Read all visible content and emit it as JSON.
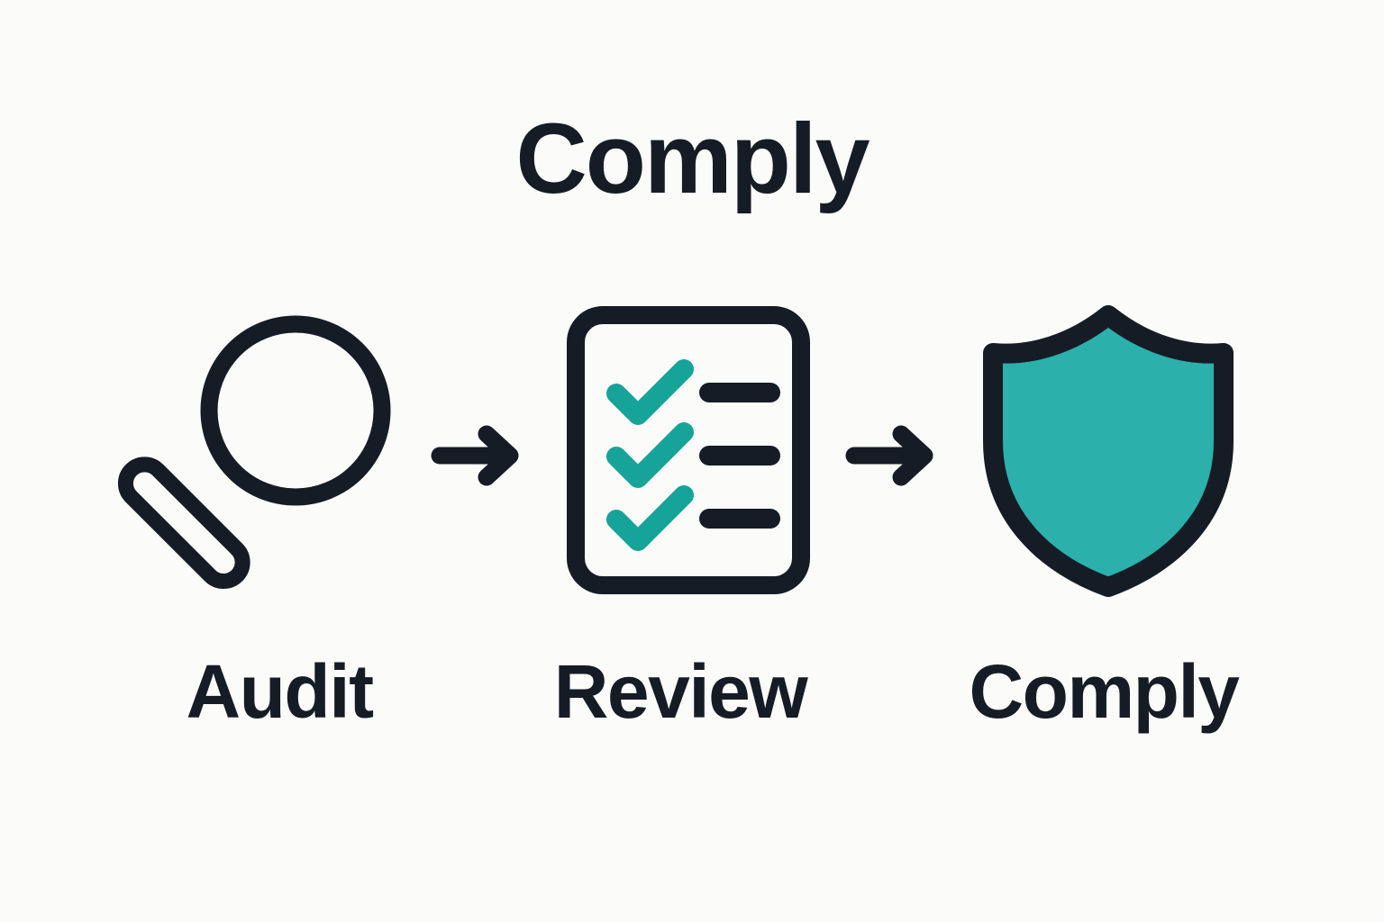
{
  "page": {
    "title": "Comply",
    "background_color": "#fbfbf9"
  },
  "colors": {
    "ink": "#161c26",
    "teal_check": "#16a39a",
    "teal_shield": "#2cb0ab"
  },
  "flow": {
    "steps": [
      {
        "label": "Audit",
        "icon": "magnifying-glass-icon"
      },
      {
        "label": "Review",
        "icon": "checklist-document-icon"
      },
      {
        "label": "Comply",
        "icon": "shield-icon"
      }
    ],
    "connectors": [
      {
        "icon": "arrow-right-icon"
      },
      {
        "icon": "arrow-right-icon"
      }
    ],
    "checklist": {
      "rows": 3,
      "check_color": "#16a39a",
      "bar_color": "#161c26"
    }
  }
}
